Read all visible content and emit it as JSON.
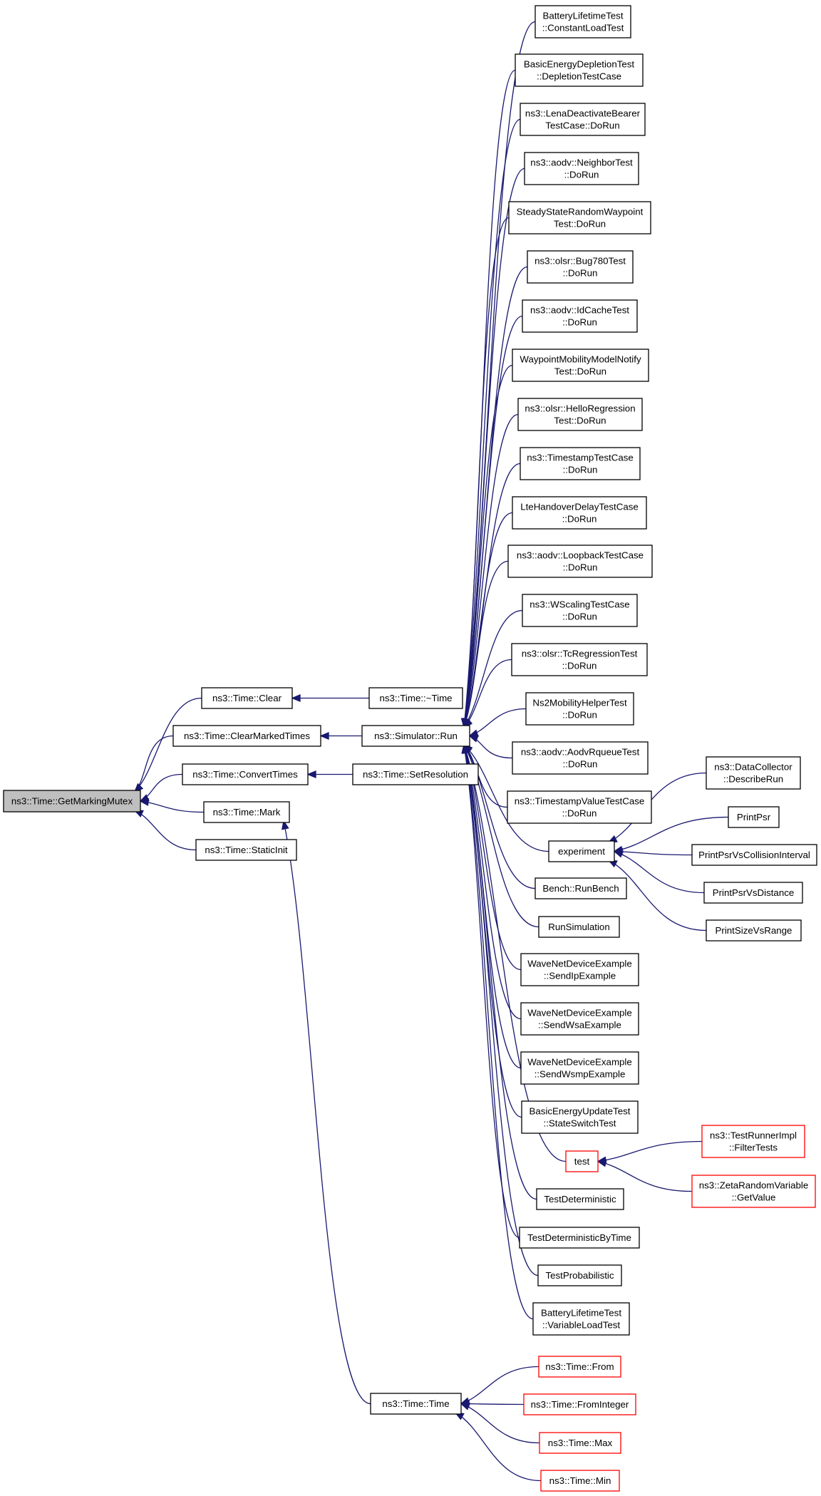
{
  "nodes": {
    "root": {
      "lines": [
        "ns3::Time::GetMarkingMutex"
      ]
    },
    "clear": {
      "lines": [
        "ns3::Time::Clear"
      ]
    },
    "clearMarked": {
      "lines": [
        "ns3::Time::ClearMarkedTimes"
      ]
    },
    "convert": {
      "lines": [
        "ns3::Time::ConvertTimes"
      ]
    },
    "mark": {
      "lines": [
        "ns3::Time::Mark"
      ]
    },
    "staticInit": {
      "lines": [
        "ns3::Time::StaticInit"
      ]
    },
    "dtor": {
      "lines": [
        "ns3::Time::~Time"
      ]
    },
    "simRun": {
      "lines": [
        "ns3::Simulator::Run"
      ]
    },
    "setRes": {
      "lines": [
        "ns3::Time::SetResolution"
      ]
    },
    "timeCtor": {
      "lines": [
        "ns3::Time::Time"
      ]
    },
    "r01": {
      "lines": [
        "BatteryLifetimeTest",
        "::ConstantLoadTest"
      ]
    },
    "r02": {
      "lines": [
        "BasicEnergyDepletionTest",
        "::DepletionTestCase"
      ]
    },
    "r03": {
      "lines": [
        "ns3::LenaDeactivateBearer",
        "TestCase::DoRun"
      ]
    },
    "r04": {
      "lines": [
        "ns3::aodv::NeighborTest",
        "::DoRun"
      ]
    },
    "r05": {
      "lines": [
        "SteadyStateRandomWaypoint",
        "Test::DoRun"
      ]
    },
    "r06": {
      "lines": [
        "ns3::olsr::Bug780Test",
        "::DoRun"
      ]
    },
    "r07": {
      "lines": [
        "ns3::aodv::IdCacheTest",
        "::DoRun"
      ]
    },
    "r08": {
      "lines": [
        "WaypointMobilityModelNotify",
        "Test::DoRun"
      ]
    },
    "r09": {
      "lines": [
        "ns3::olsr::HelloRegression",
        "Test::DoRun"
      ]
    },
    "r10": {
      "lines": [
        "ns3::TimestampTestCase",
        "::DoRun"
      ]
    },
    "r11": {
      "lines": [
        "LteHandoverDelayTestCase",
        "::DoRun"
      ]
    },
    "r12": {
      "lines": [
        "ns3::aodv::LoopbackTestCase",
        "::DoRun"
      ]
    },
    "r13": {
      "lines": [
        "ns3::WScalingTestCase",
        "::DoRun"
      ]
    },
    "r14": {
      "lines": [
        "ns3::olsr::TcRegressionTest",
        "::DoRun"
      ]
    },
    "r15": {
      "lines": [
        "Ns2MobilityHelperTest",
        "::DoRun"
      ]
    },
    "r16": {
      "lines": [
        "ns3::aodv::AodvRqueueTest",
        "::DoRun"
      ]
    },
    "r17": {
      "lines": [
        "ns3::TimestampValueTestCase",
        "::DoRun"
      ]
    },
    "experiment": {
      "lines": [
        "experiment"
      ]
    },
    "bench": {
      "lines": [
        "Bench::RunBench"
      ]
    },
    "runSim": {
      "lines": [
        "RunSimulation"
      ]
    },
    "wave1": {
      "lines": [
        "WaveNetDeviceExample",
        "::SendIpExample"
      ]
    },
    "wave2": {
      "lines": [
        "WaveNetDeviceExample",
        "::SendWsaExample"
      ]
    },
    "wave3": {
      "lines": [
        "WaveNetDeviceExample",
        "::SendWsmpExample"
      ]
    },
    "basicUpd": {
      "lines": [
        "BasicEnergyUpdateTest",
        "::StateSwitchTest"
      ]
    },
    "test": {
      "lines": [
        "test"
      ]
    },
    "tdet": {
      "lines": [
        "TestDeterministic"
      ]
    },
    "tdetTime": {
      "lines": [
        "TestDeterministicByTime"
      ]
    },
    "tprob": {
      "lines": [
        "TestProbabilistic"
      ]
    },
    "battVar": {
      "lines": [
        "BatteryLifetimeTest",
        "::VariableLoadTest"
      ]
    },
    "dataColl": {
      "lines": [
        "ns3::DataCollector",
        "::DescribeRun"
      ]
    },
    "printPsr": {
      "lines": [
        "PrintPsr"
      ]
    },
    "printColl": {
      "lines": [
        "PrintPsrVsCollisionInterval"
      ]
    },
    "printDist": {
      "lines": [
        "PrintPsrVsDistance"
      ]
    },
    "printSize": {
      "lines": [
        "PrintSizeVsRange"
      ]
    },
    "filterTests": {
      "lines": [
        "ns3::TestRunnerImpl",
        "::FilterTests"
      ]
    },
    "zeta": {
      "lines": [
        "ns3::ZetaRandomVariable",
        "::GetValue"
      ]
    },
    "from": {
      "lines": [
        "ns3::Time::From"
      ]
    },
    "fromInt": {
      "lines": [
        "ns3::Time::FromInteger"
      ]
    },
    "max": {
      "lines": [
        "ns3::Time::Max"
      ]
    },
    "min": {
      "lines": [
        "ns3::Time::Min"
      ]
    }
  },
  "colors": {
    "edge": "#191970",
    "border_default": "#000000",
    "border_truncated": "#ff0000",
    "root_fill": "#bfbfbf"
  }
}
